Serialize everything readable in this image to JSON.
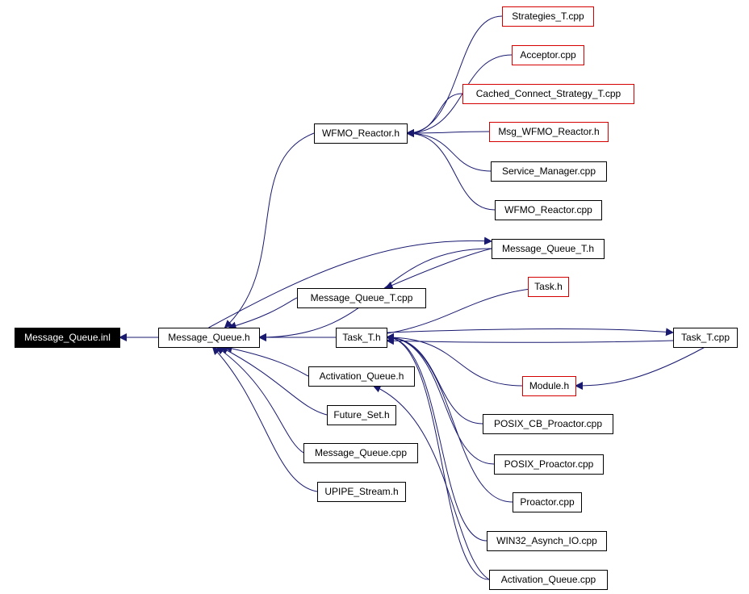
{
  "colors": {
    "edge": "#191970",
    "box_normal": "#000000",
    "box_incomplete": "#d40000",
    "box_root_fill": "#000000",
    "text_normal": "#000000",
    "text_root": "#ffffff"
  },
  "nodes": [
    {
      "id": "message_queue_inl",
      "label": "Message_Queue.inl",
      "style": "root"
    },
    {
      "id": "message_queue_h",
      "label": "Message_Queue.h",
      "style": "normal"
    },
    {
      "id": "wfmo_reactor_h",
      "label": "WFMO_Reactor.h",
      "style": "normal"
    },
    {
      "id": "strategies_t_cpp",
      "label": "Strategies_T.cpp",
      "style": "incomplete"
    },
    {
      "id": "acceptor_cpp",
      "label": "Acceptor.cpp",
      "style": "incomplete"
    },
    {
      "id": "cached_connect_strategy_t_cpp",
      "label": "Cached_Connect_Strategy_T.cpp",
      "style": "incomplete"
    },
    {
      "id": "msg_wfmo_reactor_h",
      "label": "Msg_WFMO_Reactor.h",
      "style": "incomplete"
    },
    {
      "id": "service_manager_cpp",
      "label": "Service_Manager.cpp",
      "style": "normal"
    },
    {
      "id": "wfmo_reactor_cpp",
      "label": "WFMO_Reactor.cpp",
      "style": "normal"
    },
    {
      "id": "message_queue_t_h",
      "label": "Message_Queue_T.h",
      "style": "normal"
    },
    {
      "id": "message_queue_t_cpp",
      "label": "Message_Queue_T.cpp",
      "style": "normal"
    },
    {
      "id": "task_h",
      "label": "Task.h",
      "style": "incomplete"
    },
    {
      "id": "task_t_h",
      "label": "Task_T.h",
      "style": "normal"
    },
    {
      "id": "task_t_cpp",
      "label": "Task_T.cpp",
      "style": "normal"
    },
    {
      "id": "activation_queue_h",
      "label": "Activation_Queue.h",
      "style": "normal"
    },
    {
      "id": "module_h",
      "label": "Module.h",
      "style": "incomplete"
    },
    {
      "id": "future_set_h",
      "label": "Future_Set.h",
      "style": "normal"
    },
    {
      "id": "posix_cb_proactor_cpp",
      "label": "POSIX_CB_Proactor.cpp",
      "style": "normal"
    },
    {
      "id": "message_queue_cpp",
      "label": "Message_Queue.cpp",
      "style": "normal"
    },
    {
      "id": "posix_proactor_cpp",
      "label": "POSIX_Proactor.cpp",
      "style": "normal"
    },
    {
      "id": "upipe_stream_h",
      "label": "UPIPE_Stream.h",
      "style": "normal"
    },
    {
      "id": "proactor_cpp",
      "label": "Proactor.cpp",
      "style": "normal"
    },
    {
      "id": "win32_asynch_io_cpp",
      "label": "WIN32_Asynch_IO.cpp",
      "style": "normal"
    },
    {
      "id": "activation_queue_cpp",
      "label": "Activation_Queue.cpp",
      "style": "normal"
    }
  ],
  "edges": [
    {
      "from": "message_queue_h",
      "to": "message_queue_inl"
    },
    {
      "from": "wfmo_reactor_h",
      "to": "message_queue_h"
    },
    {
      "from": "message_queue_t_h",
      "to": "message_queue_h"
    },
    {
      "from": "message_queue_t_cpp",
      "to": "message_queue_h"
    },
    {
      "from": "task_t_h",
      "to": "message_queue_h"
    },
    {
      "from": "activation_queue_h",
      "to": "message_queue_h"
    },
    {
      "from": "future_set_h",
      "to": "message_queue_h"
    },
    {
      "from": "message_queue_cpp",
      "to": "message_queue_h"
    },
    {
      "from": "upipe_stream_h",
      "to": "message_queue_h"
    },
    {
      "from": "strategies_t_cpp",
      "to": "wfmo_reactor_h"
    },
    {
      "from": "acceptor_cpp",
      "to": "wfmo_reactor_h"
    },
    {
      "from": "cached_connect_strategy_t_cpp",
      "to": "wfmo_reactor_h"
    },
    {
      "from": "msg_wfmo_reactor_h",
      "to": "wfmo_reactor_h"
    },
    {
      "from": "service_manager_cpp",
      "to": "wfmo_reactor_h"
    },
    {
      "from": "wfmo_reactor_cpp",
      "to": "wfmo_reactor_h"
    },
    {
      "from": "message_queue_h",
      "to": "message_queue_t_h"
    },
    {
      "from": "message_queue_t_h",
      "to": "message_queue_t_cpp"
    },
    {
      "from": "task_t_h",
      "to": "task_h"
    },
    {
      "from": "task_t_cpp",
      "to": "task_t_h"
    },
    {
      "from": "task_t_h",
      "to": "task_t_cpp"
    },
    {
      "from": "module_h",
      "to": "task_t_h"
    },
    {
      "from": "task_t_cpp",
      "to": "module_h"
    },
    {
      "from": "posix_cb_proactor_cpp",
      "to": "task_t_h"
    },
    {
      "from": "posix_proactor_cpp",
      "to": "task_t_h"
    },
    {
      "from": "proactor_cpp",
      "to": "task_t_h"
    },
    {
      "from": "win32_asynch_io_cpp",
      "to": "task_t_h"
    },
    {
      "from": "activation_queue_cpp",
      "to": "task_t_h"
    },
    {
      "from": "activation_queue_cpp",
      "to": "activation_queue_h"
    }
  ]
}
